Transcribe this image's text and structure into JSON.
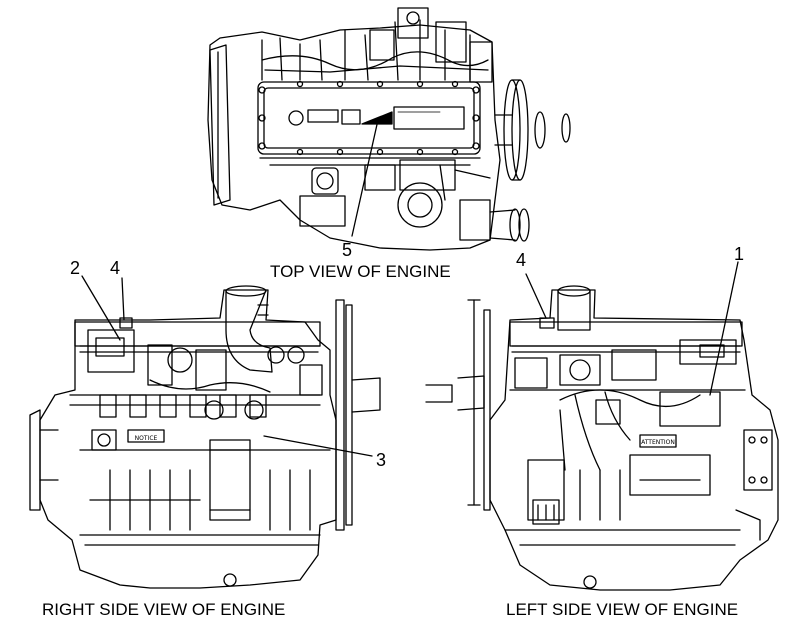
{
  "views": {
    "top": {
      "caption": "TOP VIEW OF ENGINE"
    },
    "right_side": {
      "caption": "RIGHT SIDE VIEW OF ENGINE"
    },
    "left_side": {
      "caption": "LEFT SIDE VIEW OF ENGINE"
    }
  },
  "callouts": {
    "c1": "1",
    "c2": "2",
    "c3": "3",
    "c4_right": "4",
    "c4_left": "4",
    "c5": "5"
  },
  "labels": {
    "notice": "NOTICE",
    "attention": "ATTENTION"
  },
  "colors": {
    "line": "#000000",
    "background": "#ffffff"
  }
}
